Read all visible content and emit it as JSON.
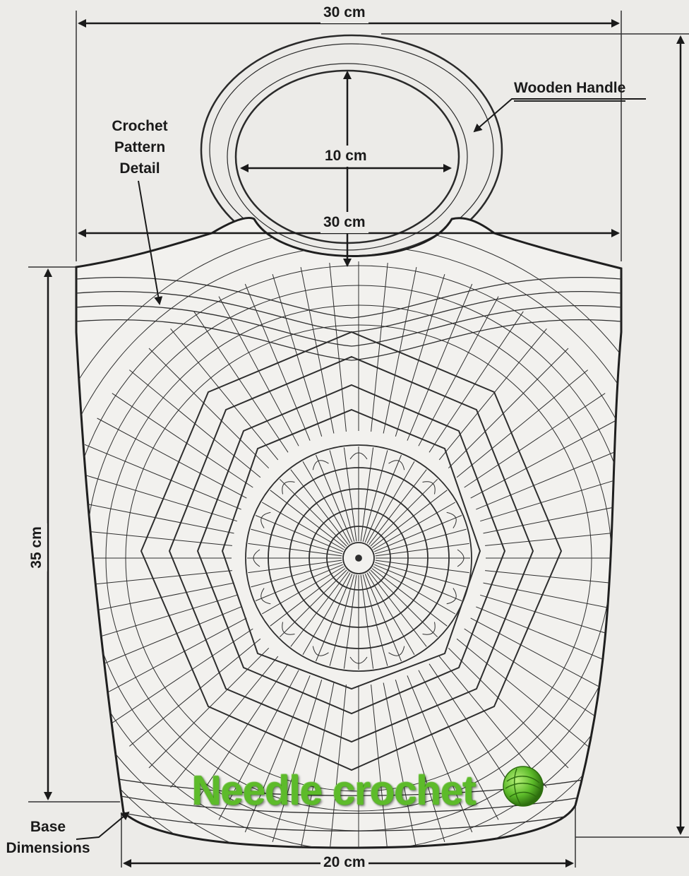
{
  "labels": {
    "top_width": "30 cm",
    "handle_diameter": "10 cm",
    "mid_width": "30 cm",
    "height": "35 cm",
    "base_width": "20 cm",
    "wooden_handle": "Wooden Handle",
    "crochet_line1": "Crochet",
    "crochet_line2": "Pattern",
    "crochet_line3": "Detail",
    "base_line1": "Base",
    "base_line2": "Dimensions"
  },
  "watermark": {
    "text": "Needle crochet",
    "icon": "yarn-ball-icon",
    "color": "#5dbb2a"
  },
  "colors": {
    "background": "#ecebe8",
    "ink": "#1a1a1a",
    "bag_fill": "#f2f1ee"
  }
}
